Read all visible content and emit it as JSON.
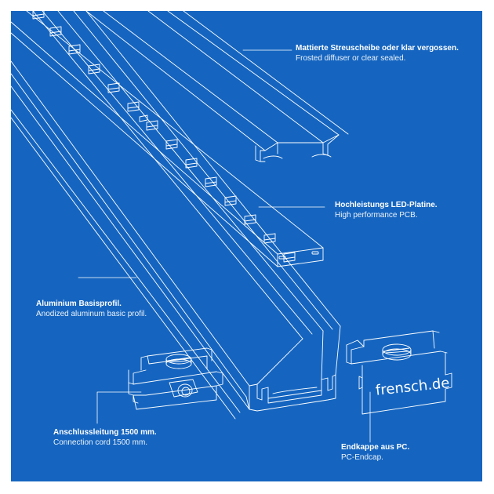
{
  "colors": {
    "background": "#1565c0",
    "line": "#ffffff",
    "text": "#ffffff"
  },
  "labels": {
    "diffuser": {
      "title": "Mattierte Streuscheibe oder klar vergossen.",
      "subtitle": "Frosted diffuser or clear sealed."
    },
    "pcb": {
      "title": "Hochleistungs LED-Platine.",
      "subtitle": "High performance PCB."
    },
    "profile": {
      "title": "Aluminium Basisprofil.",
      "subtitle": "Anodized aluminum basic profil."
    },
    "cord": {
      "title": "Anschlussleitung 1500 mm.",
      "subtitle": "Connection cord 1500 mm."
    },
    "endcap": {
      "title": "Endkappe aus PC.",
      "subtitle": "PC-Endcap."
    }
  },
  "endcap_brand": "frensch.de"
}
